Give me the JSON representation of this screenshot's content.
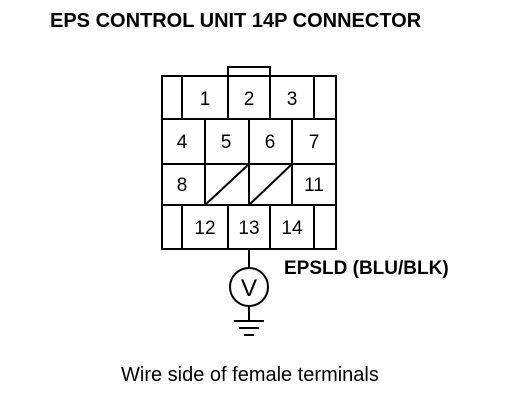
{
  "title": "EPS CONTROL UNIT 14P CONNECTOR",
  "caption": "Wire side of female terminals",
  "connector": {
    "terminals": [
      {
        "pin": "1",
        "label": "1"
      },
      {
        "pin": "2",
        "label": "2"
      },
      {
        "pin": "3",
        "label": "3"
      },
      {
        "pin": "4",
        "label": "4"
      },
      {
        "pin": "5",
        "label": "5"
      },
      {
        "pin": "6",
        "label": "6"
      },
      {
        "pin": "7",
        "label": "7"
      },
      {
        "pin": "8",
        "label": "8"
      },
      {
        "pin": "11",
        "label": "11"
      },
      {
        "pin": "12",
        "label": "12"
      },
      {
        "pin": "13",
        "label": "13"
      },
      {
        "pin": "14",
        "label": "14"
      }
    ]
  },
  "wire": {
    "label": "EPSLD (BLU/BLK)",
    "terminal": "13"
  },
  "meter": {
    "symbol": "V"
  }
}
